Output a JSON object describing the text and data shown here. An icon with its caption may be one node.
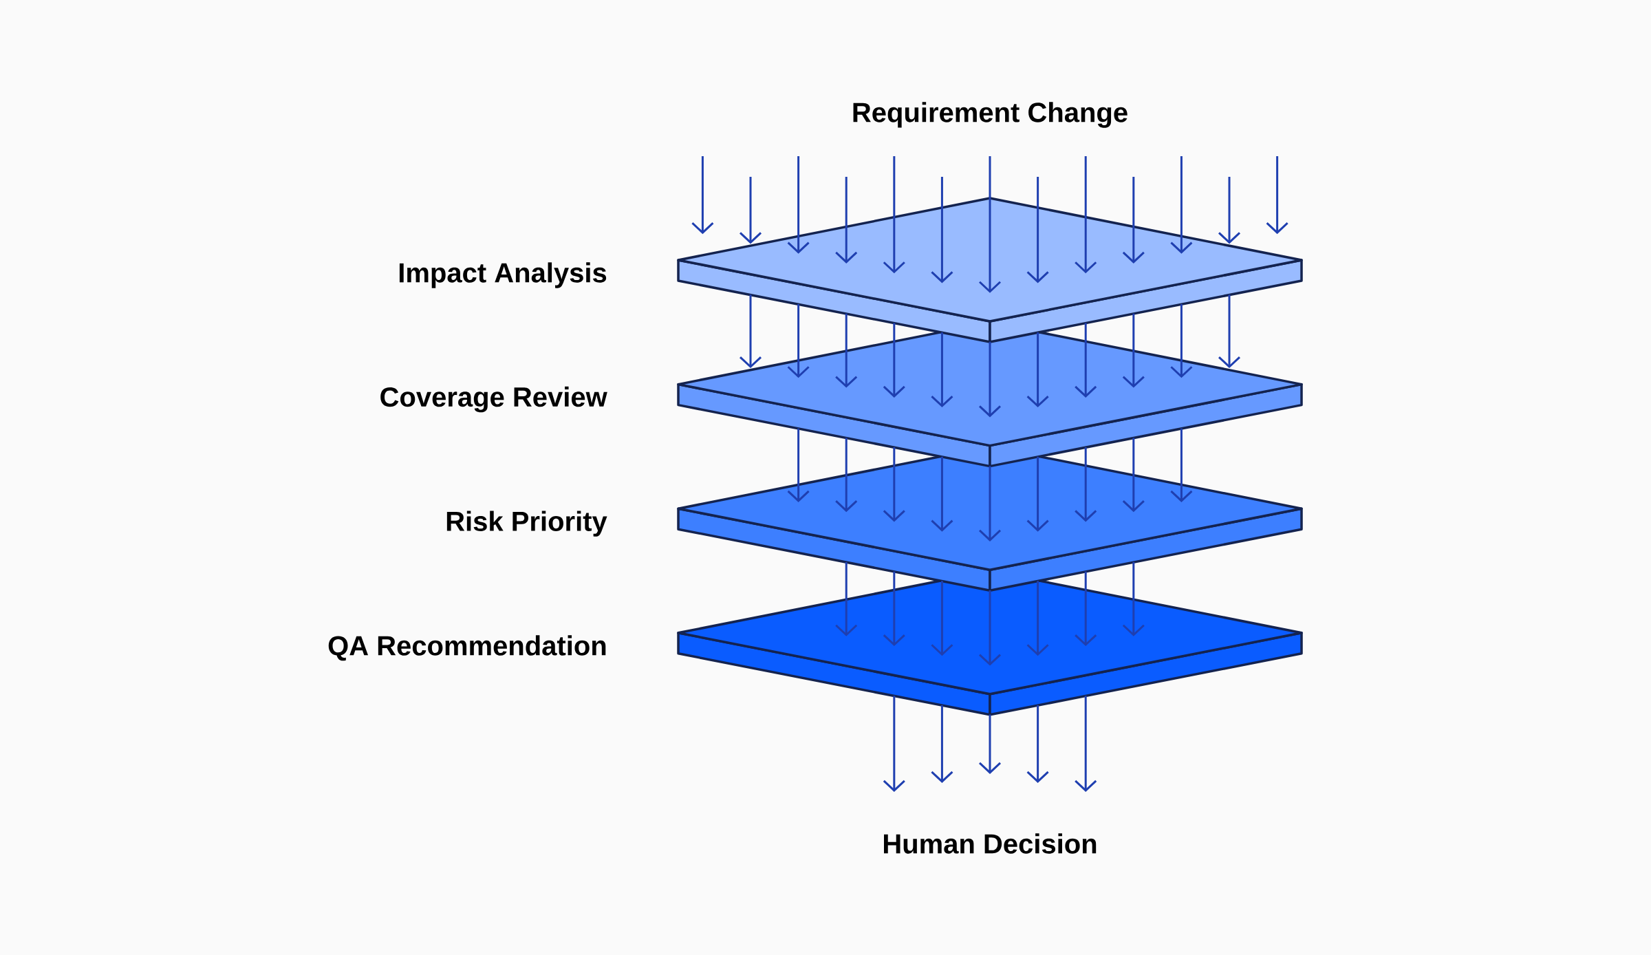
{
  "diagram": {
    "nodes": [
      {
        "text": [
          "Impact Analysis"
        ]
      },
      {
        "text": [
          "Coverage Review"
        ]
      },
      {
        "text": [
          "Risk Priority"
        ]
      },
      {
        "text": [
          "QA Recommendation"
        ]
      }
    ],
    "edges": [
      {
        "from": null,
        "to": 0,
        "arrow": "to"
      },
      {
        "from": null,
        "to": 0,
        "arrow": "to"
      },
      {
        "from": null,
        "to": 0,
        "arrow": "to"
      },
      {
        "from": null,
        "to": 0,
        "arrow": "to"
      },
      {
        "from": null,
        "to": 0,
        "arrow": "to"
      },
      {
        "from": null,
        "to": 0,
        "arrow": "to"
      },
      {
        "from": null,
        "to": 0,
        "arrow": "to"
      },
      {
        "from": null,
        "to": 0,
        "arrow": "to"
      },
      {
        "from": null,
        "to": 0,
        "arrow": "to"
      },
      {
        "from": null,
        "to": 0,
        "arrow": "to"
      },
      {
        "from": null,
        "to": 0,
        "arrow": "to"
      },
      {
        "from": null,
        "to": 0,
        "arrow": "to"
      },
      {
        "from": null,
        "to": 0,
        "arrow": "to"
      },
      {
        "from": 0,
        "to": 1,
        "arrow": "to"
      },
      {
        "from": 0,
        "to": 1,
        "arrow": "to"
      },
      {
        "from": 0,
        "to": 1,
        "arrow": "to"
      },
      {
        "from": 0,
        "to": 1,
        "arrow": "to"
      },
      {
        "from": 0,
        "to": 1,
        "arrow": "to"
      },
      {
        "from": 0,
        "to": 1,
        "arrow": "to"
      },
      {
        "from": 0,
        "to": 1,
        "arrow": "to"
      },
      {
        "from": 0,
        "to": 1,
        "arrow": "to"
      },
      {
        "from": 0,
        "to": 1,
        "arrow": "to"
      },
      {
        "from": 0,
        "to": 1,
        "arrow": "to"
      },
      {
        "from": 0,
        "to": 1,
        "arrow": "to"
      },
      {
        "from": 1,
        "to": 2,
        "arrow": "to"
      },
      {
        "from": 1,
        "to": 2,
        "arrow": "to"
      },
      {
        "from": 1,
        "to": 2,
        "arrow": "to"
      },
      {
        "from": 1,
        "to": 2,
        "arrow": "to"
      },
      {
        "from": 1,
        "to": 2,
        "arrow": "to"
      },
      {
        "from": 1,
        "to": 2,
        "arrow": "to"
      },
      {
        "from": 1,
        "to": 2,
        "arrow": "to"
      },
      {
        "from": 1,
        "to": 2,
        "arrow": "to"
      },
      {
        "from": 1,
        "to": 2,
        "arrow": "to"
      },
      {
        "from": 2,
        "to": 3,
        "arrow": "to"
      },
      {
        "from": 2,
        "to": 3,
        "arrow": "to"
      },
      {
        "from": 2,
        "to": 3,
        "arrow": "to"
      },
      {
        "from": 2,
        "to": 3,
        "arrow": "to"
      },
      {
        "from": 2,
        "to": 3,
        "arrow": "to"
      },
      {
        "from": 2,
        "to": 3,
        "arrow": "to"
      },
      {
        "from": 2,
        "to": 3,
        "arrow": "to"
      },
      {
        "from": 3,
        "to": null,
        "arrow": "to"
      },
      {
        "from": 3,
        "to": null,
        "arrow": "to"
      },
      {
        "from": 3,
        "to": null,
        "arrow": "to"
      },
      {
        "from": 3,
        "to": null,
        "arrow": "to"
      },
      {
        "from": 3,
        "to": null,
        "arrow": "to"
      }
    ],
    "labels": [
      "Requirement Change",
      "Human Decision"
    ]
  }
}
